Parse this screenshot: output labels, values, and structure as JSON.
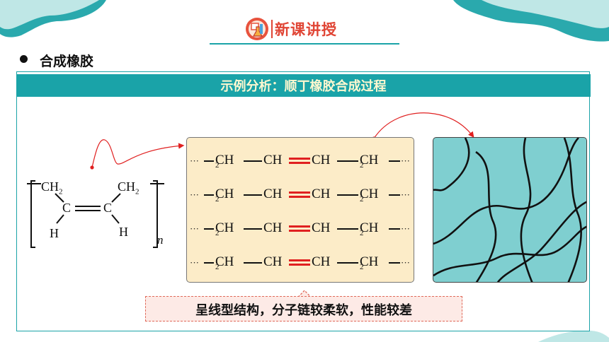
{
  "header": {
    "title": "新课讲授",
    "logo_icon": "lab-flask-icon"
  },
  "section": {
    "bullet": "●",
    "heading": "合成橡胶"
  },
  "banner": {
    "text": "示例分析：顺丁橡胶合成过程"
  },
  "monomer": {
    "ch2_left": "CH",
    "ch2_right": "CH",
    "sub2": "2",
    "c_left": "C",
    "c_right": "C",
    "h_left": "H",
    "h_right": "H",
    "n": "n"
  },
  "chains": {
    "dots": "···",
    "ch2": "CH",
    "sub": "2",
    "ch": "CH",
    "rows": [
      "row1",
      "row2",
      "row3",
      "row4"
    ]
  },
  "note": {
    "text": "呈线型结构，分子链较柔软，性能较差"
  },
  "colors": {
    "accent_teal": "#1aa3a8",
    "title_red": "#e04535",
    "double_bond": "#e02020",
    "chain_bg": "#fcecc8",
    "net_bg": "#7fcfd0"
  }
}
